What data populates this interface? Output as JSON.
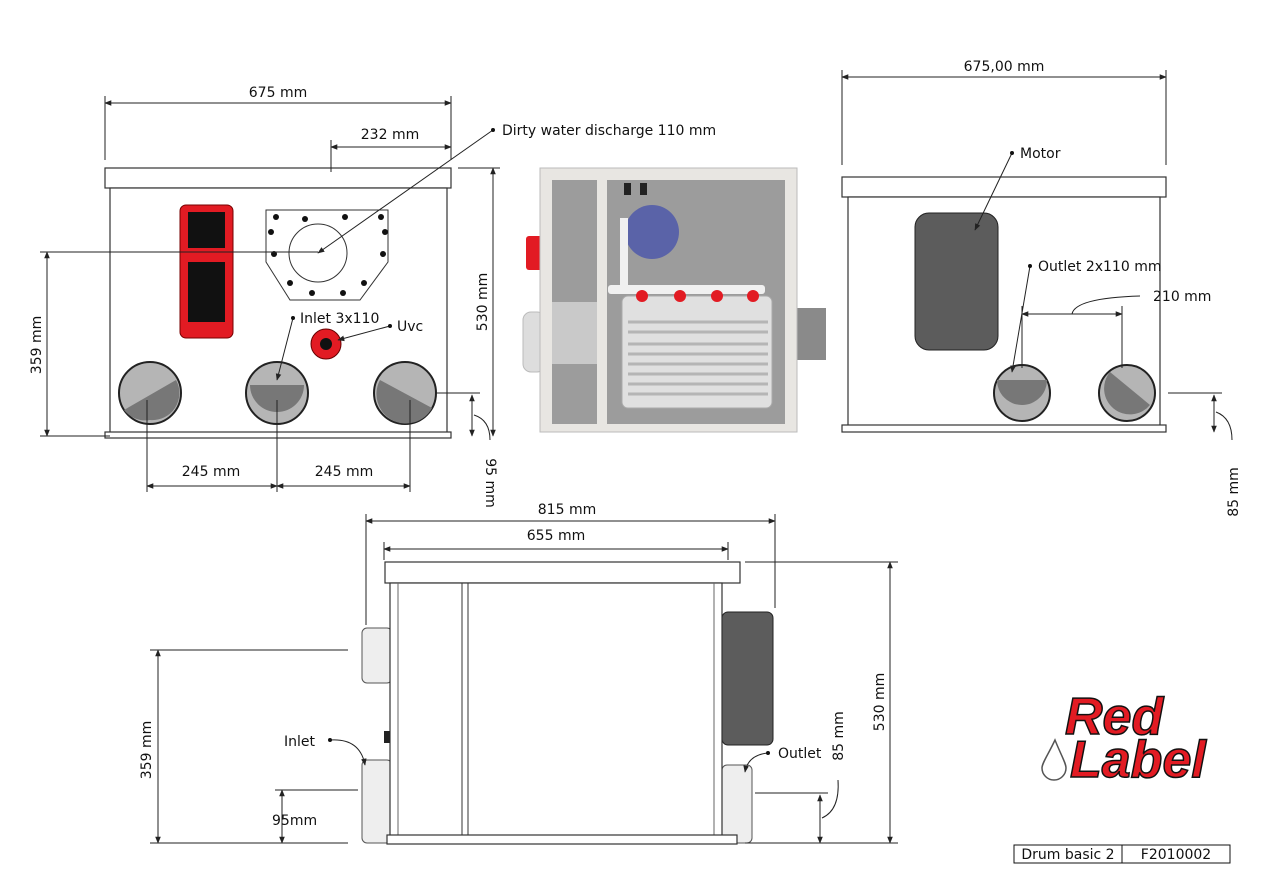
{
  "front_view": {
    "width_label": "675 mm",
    "offset_label": "232 mm",
    "discharge_label": "Dirty water discharge 110 mm",
    "height_label": "530 mm",
    "inlet_height_label": "359 mm",
    "spacing_left_label": "245 mm",
    "spacing_right_label": "245 mm",
    "bottom_offset_label": "95 mm",
    "inlet_label": "Inlet 3x110",
    "uvc_label": "Uvc"
  },
  "side_view": {
    "width_label": "675,00 mm",
    "motor_label": "Motor",
    "outlet_label": "Outlet 2x110 mm",
    "outlet_spacing_label": "210 mm",
    "bottom_offset_label": "85 mm"
  },
  "bottom_view": {
    "total_length_label": "815 mm",
    "body_length_label": "655 mm",
    "height_label": "530 mm",
    "inlet_height_label": "359 mm",
    "inlet_offset_label": "95mm",
    "inlet_label": "Inlet",
    "outlet_label": "Outlet",
    "outlet_offset_label": "85 mm"
  },
  "logo": {
    "line1": "Red",
    "line2": "Label"
  },
  "title_block": {
    "name": "Drum basic 2",
    "code": "F2010002"
  },
  "colors": {
    "accent_red": "#e21b23",
    "pipe_grey": "#8a8a8a",
    "motor_grey": "#5c5c5c"
  }
}
